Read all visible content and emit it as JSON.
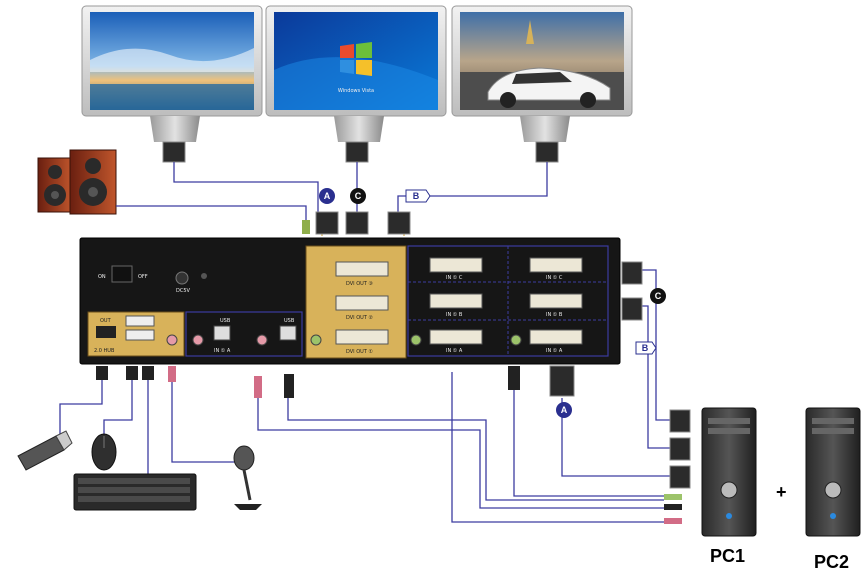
{
  "monitors": [
    {
      "id": "A",
      "screen": "ocean-sky"
    },
    {
      "id": "C",
      "screen": "windows-logo",
      "caption": "Windows Vista"
    },
    {
      "id": "B",
      "screen": "sports-car"
    }
  ],
  "kvm": {
    "power_on": "ON",
    "power_off": "OFF",
    "dc_label": "DC5V",
    "hub_label": "2.0 HUB",
    "out_label": "OUT",
    "usb_label": "USB",
    "in_a": "IN ① A",
    "in_b": "IN ① B",
    "in_c": "IN ① C",
    "dvi_out_1": "DVI OUT ①",
    "dvi_out_2": "DVI OUT ②",
    "dvi_out_3": "DVI OUT ③"
  },
  "labels": {
    "a": "A",
    "b": "B",
    "c": "C"
  },
  "computers": {
    "pc1": "PC1",
    "pc2": "PC2",
    "plus": "+"
  },
  "colors": {
    "cable": "#3c3ca0",
    "gold": "#d8b25a",
    "chassis": "#161616",
    "panel": "#222831",
    "label_blue": "#2a2f8f"
  }
}
